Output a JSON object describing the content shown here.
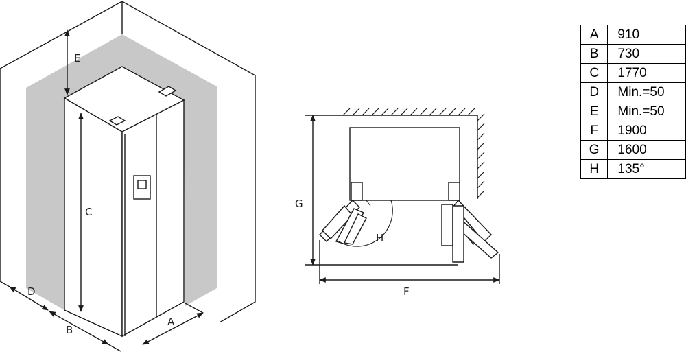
{
  "figure": {
    "labels": {
      "A": "A",
      "B": "B",
      "C": "C",
      "D": "D",
      "E": "E",
      "F": "F",
      "G": "G",
      "H": "H"
    }
  },
  "table": {
    "rows": [
      {
        "key": "A",
        "value": "910"
      },
      {
        "key": "B",
        "value": "730"
      },
      {
        "key": "C",
        "value": "1770"
      },
      {
        "key": "D",
        "value": "Min.=50"
      },
      {
        "key": "E",
        "value": "Min.=50"
      },
      {
        "key": "F",
        "value": "1900"
      },
      {
        "key": "G",
        "value": "1600"
      },
      {
        "key": "H",
        "value": "135°"
      }
    ]
  },
  "colors": {
    "line": "#1a1a1a",
    "clearance_zone": "#c8c8c8",
    "background": "#ffffff"
  }
}
